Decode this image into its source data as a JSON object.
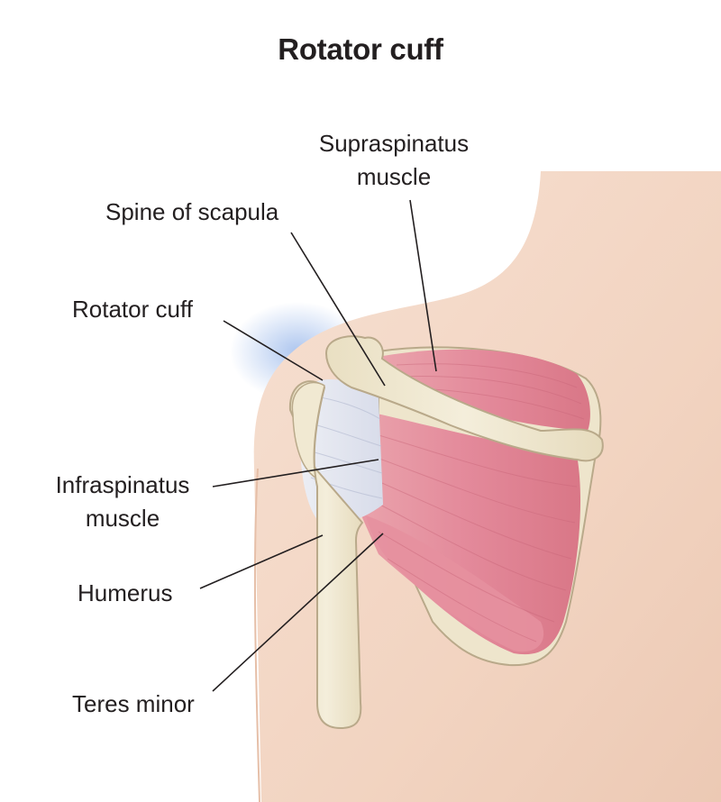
{
  "title": "Rotator cuff",
  "labels": {
    "supraspinatus": [
      "Supraspinatus",
      "muscle"
    ],
    "spine_of_scapula": "Spine of scapula",
    "rotator_cuff": "Rotator cuff",
    "infraspinatus": [
      "Infraspinatus",
      "muscle"
    ],
    "humerus": "Humerus",
    "teres_minor": "Teres minor"
  },
  "colors": {
    "skin": "#f3d8c6",
    "muscle": "#e48c98",
    "bone": "#efe6cd",
    "tendon": "#dfe2ec",
    "shadow": "#b9cdf0",
    "text": "#231f20"
  }
}
